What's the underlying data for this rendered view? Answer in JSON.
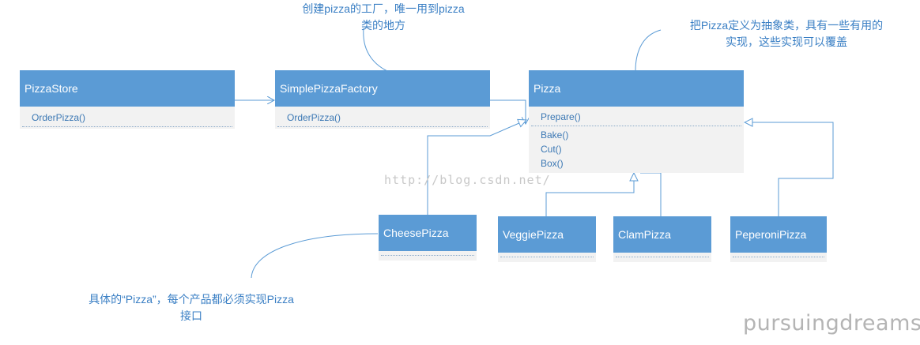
{
  "classes": {
    "pizza_store": {
      "name": "PizzaStore",
      "methods": [
        "OrderPizza()"
      ]
    },
    "simple_factory": {
      "name": "SimplePizzaFactory",
      "methods": [
        "OrderPizza()"
      ]
    },
    "pizza": {
      "name": "Pizza",
      "methods_top": [
        "Prepare()"
      ],
      "methods_bottom": [
        "Bake()",
        "Cut()",
        "Box()"
      ]
    },
    "cheese": {
      "name": "CheesePizza"
    },
    "veggie": {
      "name": "VeggiePizza"
    },
    "clam": {
      "name": "ClamPizza"
    },
    "peperoni": {
      "name": "PeperoniPizza"
    }
  },
  "notes": {
    "factory_note": [
      "创建pizza的工厂，唯一用到pizza",
      "类的地方"
    ],
    "pizza_note": [
      "把Pizza定义为抽象类，具有一些有用的",
      "实现，这些实现可以覆盖"
    ],
    "concrete_note": [
      "具体的“Pizza”，每个产品都必须实现Pizza",
      "接口"
    ]
  },
  "watermark": "http://blog.csdn.net/",
  "signature": "pursuingdreams",
  "colors": {
    "header": "#5b9bd5",
    "body": "#f2f2f2",
    "line": "#5b9bd5",
    "note_text": "#3a7fc4"
  }
}
